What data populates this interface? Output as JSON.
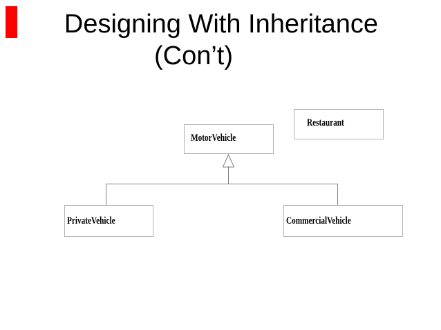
{
  "slide": {
    "title": {
      "line1": "Designing With Inheritance",
      "line2": "(Con’t)"
    },
    "accent_bar_color": "#ff0000",
    "background_color": "#ffffff",
    "text_color": "#000000"
  },
  "diagram": {
    "type": "uml-class-inheritance",
    "classes": [
      {
        "name": "MotorVehicle",
        "role": "parent"
      },
      {
        "name": "Restaurant",
        "role": "standalone"
      },
      {
        "name": "PrivateVehicle",
        "role": "child"
      },
      {
        "name": "CommercialVehicle",
        "role": "child"
      }
    ],
    "inheritance": {
      "parent": "MotorVehicle",
      "children": [
        "PrivateVehicle",
        "CommercialVehicle"
      ]
    },
    "icons": {
      "inheritance_arrow": "hollow-triangle-up"
    },
    "colors": {
      "box_border": "#b3b3b3",
      "connector_line": "#808080"
    }
  }
}
